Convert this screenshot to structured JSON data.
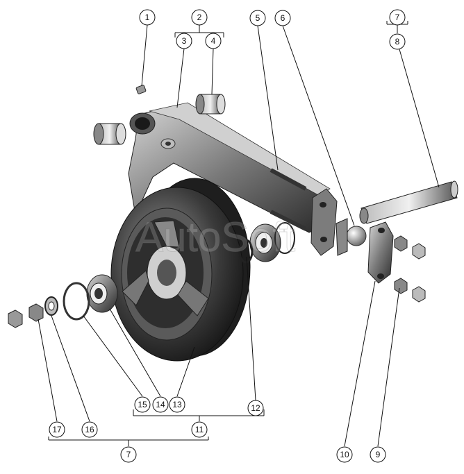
{
  "watermark": "AutoSoft",
  "colors": {
    "background": "#ffffff",
    "line": "#111111",
    "part_dark": "#2a2a2a",
    "part_mid": "#6a6a6a",
    "part_light": "#c8c8c8"
  },
  "callouts": [
    {
      "id": "c1",
      "label": "1"
    },
    {
      "id": "c2",
      "label": "2"
    },
    {
      "id": "c3",
      "label": "3"
    },
    {
      "id": "c4",
      "label": "4"
    },
    {
      "id": "c5",
      "label": "5"
    },
    {
      "id": "c6",
      "label": "6"
    },
    {
      "id": "c7a",
      "label": "7"
    },
    {
      "id": "c8",
      "label": "8"
    },
    {
      "id": "c9",
      "label": "9"
    },
    {
      "id": "c10",
      "label": "10"
    },
    {
      "id": "c11",
      "label": "11"
    },
    {
      "id": "c12",
      "label": "12"
    },
    {
      "id": "c13",
      "label": "13"
    },
    {
      "id": "c14",
      "label": "14"
    },
    {
      "id": "c15",
      "label": "15"
    },
    {
      "id": "c16",
      "label": "16"
    },
    {
      "id": "c17",
      "label": "17"
    },
    {
      "id": "c7b",
      "label": "7"
    }
  ]
}
